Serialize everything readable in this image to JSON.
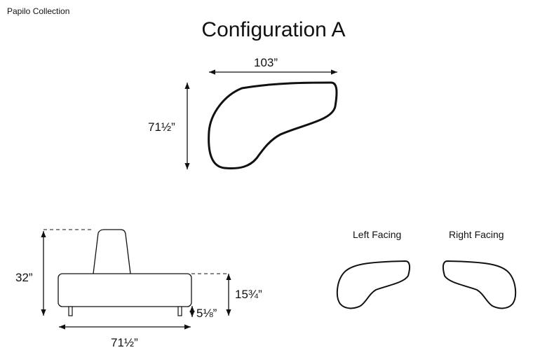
{
  "header": {
    "collection": "Papilo Collection",
    "title": "Configuration A"
  },
  "top_view": {
    "width_label": "103”",
    "depth_label": "71½”"
  },
  "side_view": {
    "height_label": "32”",
    "seat_height_label": "15¾”",
    "leg_height_label": "5⅛”",
    "width_label": "71½”"
  },
  "orientation": {
    "left_label": "Left Facing",
    "right_label": "Right Facing"
  },
  "colors": {
    "stroke": "#111111",
    "background": "#ffffff"
  }
}
